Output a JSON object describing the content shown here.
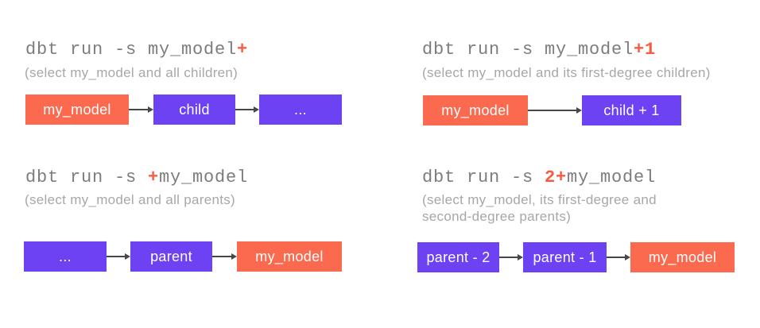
{
  "title": "dbt graph operators diagram",
  "colors": {
    "background": "#ffffff",
    "node_orange": "#fb6a4e",
    "node_purple": "#6c42f2",
    "command_accent": "#f85b40",
    "command_text": "#7d7d7d",
    "caption_text": "#a7a7a7",
    "arrow": "#474747",
    "node_label": "#ffffff"
  },
  "panels": [
    {
      "name": "all-children",
      "command": {
        "prefix": "dbt run -s my_model",
        "highlight": "+",
        "suffix": ""
      },
      "caption": "(select my_model and all children)",
      "nodes": [
        {
          "label": "my_model",
          "color": "orange"
        },
        {
          "label": "child",
          "color": "purple"
        },
        {
          "label": "...",
          "color": "purple"
        }
      ]
    },
    {
      "name": "first-degree-children",
      "command": {
        "prefix": "dbt run -s my_model",
        "highlight": "+1",
        "suffix": ""
      },
      "caption": "(select my_model and its first-degree children)",
      "nodes": [
        {
          "label": "my_model",
          "color": "orange"
        },
        {
          "label": "child + 1",
          "color": "purple"
        }
      ]
    },
    {
      "name": "all-parents",
      "command": {
        "prefix": "dbt run -s ",
        "highlight": "+",
        "suffix": "my_model"
      },
      "caption": "(select my_model and all parents)",
      "nodes": [
        {
          "label": "...",
          "color": "purple"
        },
        {
          "label": "parent",
          "color": "purple"
        },
        {
          "label": "my_model",
          "color": "orange"
        }
      ]
    },
    {
      "name": "two-degree-parents",
      "command": {
        "prefix": "dbt run -s ",
        "highlight": "2+",
        "suffix": "my_model"
      },
      "caption": "(select my_model, its first-degree and second-degree parents)",
      "nodes": [
        {
          "label": "parent - 2",
          "color": "purple"
        },
        {
          "label": "parent - 1",
          "color": "purple"
        },
        {
          "label": "my_model",
          "color": "orange"
        }
      ]
    }
  ]
}
